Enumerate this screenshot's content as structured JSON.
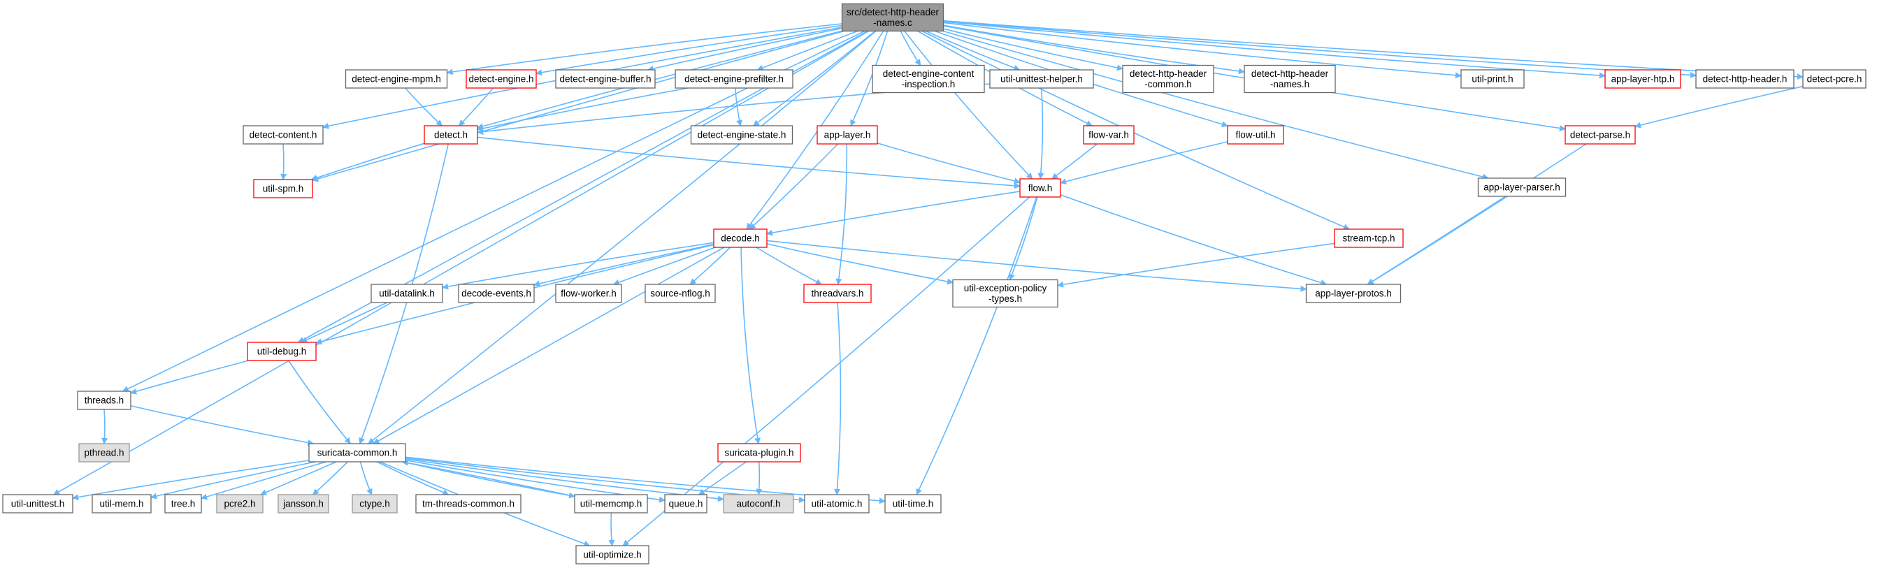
{
  "colors": {
    "edge": "#63b8ff",
    "border_default": "#666666",
    "border_truncated": "#ff0000",
    "border_root": "#666666",
    "fill_default": "#ffffff",
    "fill_root": "#999999",
    "fill_system": "#e0e0e0",
    "border_system": "#999999"
  },
  "nodes": [
    {
      "id": "root",
      "lines": [
        "src/detect-http-header",
        "-names.c"
      ],
      "kind": "root"
    },
    {
      "id": "detect-engine-mpm",
      "lines": [
        "detect-engine-mpm.h"
      ],
      "kind": "normal"
    },
    {
      "id": "detect-engine",
      "lines": [
        "detect-engine.h"
      ],
      "kind": "truncated"
    },
    {
      "id": "detect-engine-buffer",
      "lines": [
        "detect-engine-buffer.h"
      ],
      "kind": "normal"
    },
    {
      "id": "detect-engine-prefilter",
      "lines": [
        "detect-engine-prefilter.h"
      ],
      "kind": "normal"
    },
    {
      "id": "detect-engine-content-inspection",
      "lines": [
        "detect-engine-content",
        "-inspection.h"
      ],
      "kind": "normal"
    },
    {
      "id": "util-unittest-helper",
      "lines": [
        "util-unittest-helper.h"
      ],
      "kind": "normal"
    },
    {
      "id": "detect-http-header-common",
      "lines": [
        "detect-http-header",
        "-common.h"
      ],
      "kind": "normal"
    },
    {
      "id": "detect-http-header-names",
      "lines": [
        "detect-http-header",
        "-names.h"
      ],
      "kind": "normal"
    },
    {
      "id": "util-print",
      "lines": [
        "util-print.h"
      ],
      "kind": "normal"
    },
    {
      "id": "app-layer-htp",
      "lines": [
        "app-layer-htp.h"
      ],
      "kind": "truncated"
    },
    {
      "id": "detect-http-header",
      "lines": [
        "detect-http-header.h"
      ],
      "kind": "normal"
    },
    {
      "id": "detect-pcre",
      "lines": [
        "detect-pcre.h"
      ],
      "kind": "normal"
    },
    {
      "id": "detect-content",
      "lines": [
        "detect-content.h"
      ],
      "kind": "normal"
    },
    {
      "id": "detect",
      "lines": [
        "detect.h"
      ],
      "kind": "truncated"
    },
    {
      "id": "detect-engine-state",
      "lines": [
        "detect-engine-state.h"
      ],
      "kind": "normal"
    },
    {
      "id": "app-layer",
      "lines": [
        "app-layer.h"
      ],
      "kind": "truncated"
    },
    {
      "id": "flow-var",
      "lines": [
        "flow-var.h"
      ],
      "kind": "truncated"
    },
    {
      "id": "flow-util",
      "lines": [
        "flow-util.h"
      ],
      "kind": "truncated"
    },
    {
      "id": "detect-parse",
      "lines": [
        "detect-parse.h"
      ],
      "kind": "truncated"
    },
    {
      "id": "util-spm",
      "lines": [
        "util-spm.h"
      ],
      "kind": "truncated"
    },
    {
      "id": "flow",
      "lines": [
        "flow.h"
      ],
      "kind": "truncated"
    },
    {
      "id": "app-layer-parser",
      "lines": [
        "app-layer-parser.h"
      ],
      "kind": "normal"
    },
    {
      "id": "decode",
      "lines": [
        "decode.h"
      ],
      "kind": "truncated"
    },
    {
      "id": "stream-tcp",
      "lines": [
        "stream-tcp.h"
      ],
      "kind": "truncated"
    },
    {
      "id": "util-datalink",
      "lines": [
        "util-datalink.h"
      ],
      "kind": "normal"
    },
    {
      "id": "decode-events",
      "lines": [
        "decode-events.h"
      ],
      "kind": "normal"
    },
    {
      "id": "flow-worker",
      "lines": [
        "flow-worker.h"
      ],
      "kind": "normal"
    },
    {
      "id": "source-nflog",
      "lines": [
        "source-nflog.h"
      ],
      "kind": "normal"
    },
    {
      "id": "threadvars",
      "lines": [
        "threadvars.h"
      ],
      "kind": "truncated"
    },
    {
      "id": "util-exception-policy-types",
      "lines": [
        "util-exception-policy",
        "-types.h"
      ],
      "kind": "normal"
    },
    {
      "id": "app-layer-protos",
      "lines": [
        "app-layer-protos.h"
      ],
      "kind": "normal"
    },
    {
      "id": "util-debug",
      "lines": [
        "util-debug.h"
      ],
      "kind": "truncated"
    },
    {
      "id": "threads",
      "lines": [
        "threads.h"
      ],
      "kind": "normal"
    },
    {
      "id": "pthread",
      "lines": [
        "pthread.h"
      ],
      "kind": "system"
    },
    {
      "id": "suricata-common",
      "lines": [
        "suricata-common.h"
      ],
      "kind": "normal"
    },
    {
      "id": "suricata-plugin",
      "lines": [
        "suricata-plugin.h"
      ],
      "kind": "truncated"
    },
    {
      "id": "util-unittest",
      "lines": [
        "util-unittest.h"
      ],
      "kind": "normal"
    },
    {
      "id": "util-mem",
      "lines": [
        "util-mem.h"
      ],
      "kind": "normal"
    },
    {
      "id": "tree",
      "lines": [
        "tree.h"
      ],
      "kind": "normal"
    },
    {
      "id": "pcre2",
      "lines": [
        "pcre2.h"
      ],
      "kind": "system"
    },
    {
      "id": "jansson",
      "lines": [
        "jansson.h"
      ],
      "kind": "system"
    },
    {
      "id": "ctype",
      "lines": [
        "ctype.h"
      ],
      "kind": "system"
    },
    {
      "id": "tm-threads-common",
      "lines": [
        "tm-threads-common.h"
      ],
      "kind": "normal"
    },
    {
      "id": "util-memcmp",
      "lines": [
        "util-memcmp.h"
      ],
      "kind": "normal"
    },
    {
      "id": "queue",
      "lines": [
        "queue.h"
      ],
      "kind": "normal"
    },
    {
      "id": "autoconf",
      "lines": [
        "autoconf.h"
      ],
      "kind": "system"
    },
    {
      "id": "util-atomic",
      "lines": [
        "util-atomic.h"
      ],
      "kind": "normal"
    },
    {
      "id": "util-time",
      "lines": [
        "util-time.h"
      ],
      "kind": "normal"
    },
    {
      "id": "util-optimize",
      "lines": [
        "util-optimize.h"
      ],
      "kind": "normal"
    }
  ],
  "edges": [
    [
      "root",
      "detect-engine-mpm"
    ],
    [
      "root",
      "detect-engine"
    ],
    [
      "root",
      "detect-engine-buffer"
    ],
    [
      "root",
      "detect-engine-prefilter"
    ],
    [
      "root",
      "detect-engine-content-inspection"
    ],
    [
      "root",
      "util-unittest-helper"
    ],
    [
      "root",
      "detect-http-header-common"
    ],
    [
      "root",
      "detect-http-header-names"
    ],
    [
      "root",
      "util-print"
    ],
    [
      "root",
      "app-layer-htp"
    ],
    [
      "root",
      "detect-http-header"
    ],
    [
      "root",
      "detect-pcre"
    ],
    [
      "root",
      "detect-content"
    ],
    [
      "root",
      "detect"
    ],
    [
      "root",
      "detect-engine-state"
    ],
    [
      "root",
      "app-layer"
    ],
    [
      "root",
      "flow-var"
    ],
    [
      "root",
      "flow-util"
    ],
    [
      "root",
      "detect-parse"
    ],
    [
      "root",
      "util-spm"
    ],
    [
      "root",
      "flow"
    ],
    [
      "root",
      "app-layer-parser"
    ],
    [
      "root",
      "decode"
    ],
    [
      "root",
      "stream-tcp"
    ],
    [
      "root",
      "util-debug"
    ],
    [
      "root",
      "threads"
    ],
    [
      "root",
      "suricata-common"
    ],
    [
      "root",
      "util-unittest"
    ],
    [
      "detect-engine-mpm",
      "detect"
    ],
    [
      "detect-engine",
      "detect"
    ],
    [
      "detect-engine-prefilter",
      "detect"
    ],
    [
      "detect-engine-prefilter",
      "detect-engine-state"
    ],
    [
      "util-unittest-helper",
      "detect"
    ],
    [
      "util-unittest-helper",
      "flow"
    ],
    [
      "detect-pcre",
      "detect-parse"
    ],
    [
      "detect-content",
      "util-spm"
    ],
    [
      "detect",
      "util-spm"
    ],
    [
      "detect",
      "flow"
    ],
    [
      "detect",
      "suricata-common"
    ],
    [
      "app-layer",
      "flow"
    ],
    [
      "app-layer",
      "decode"
    ],
    [
      "app-layer",
      "threadvars"
    ],
    [
      "flow-var",
      "flow"
    ],
    [
      "flow-util",
      "flow"
    ],
    [
      "detect-parse",
      "app-layer-protos"
    ],
    [
      "flow",
      "decode"
    ],
    [
      "flow",
      "util-exception-policy-types"
    ],
    [
      "flow",
      "app-layer-protos"
    ],
    [
      "flow",
      "util-time"
    ],
    [
      "flow",
      "util-optimize"
    ],
    [
      "app-layer-parser",
      "app-layer-protos"
    ],
    [
      "stream-tcp",
      "util-exception-policy-types"
    ],
    [
      "decode",
      "util-datalink"
    ],
    [
      "decode",
      "decode-events"
    ],
    [
      "decode",
      "flow-worker"
    ],
    [
      "decode",
      "source-nflog"
    ],
    [
      "decode",
      "threadvars"
    ],
    [
      "decode",
      "util-exception-policy-types"
    ],
    [
      "decode",
      "app-layer-protos"
    ],
    [
      "decode",
      "util-debug"
    ],
    [
      "decode",
      "suricata-common"
    ],
    [
      "decode",
      "suricata-plugin"
    ],
    [
      "util-datalink",
      "util-debug"
    ],
    [
      "threadvars",
      "util-atomic"
    ],
    [
      "util-debug",
      "threads"
    ],
    [
      "util-debug",
      "suricata-common"
    ],
    [
      "threads",
      "pthread"
    ],
    [
      "threads",
      "suricata-common"
    ],
    [
      "suricata-plugin",
      "queue"
    ],
    [
      "suricata-plugin",
      "autoconf"
    ],
    [
      "suricata-common",
      "util-unittest"
    ],
    [
      "suricata-common",
      "util-mem"
    ],
    [
      "suricata-common",
      "tree"
    ],
    [
      "suricata-common",
      "pcre2"
    ],
    [
      "suricata-common",
      "jansson"
    ],
    [
      "suricata-common",
      "ctype"
    ],
    [
      "suricata-common",
      "tm-threads-common"
    ],
    [
      "suricata-common",
      "util-memcmp"
    ],
    [
      "suricata-common",
      "queue"
    ],
    [
      "suricata-common",
      "autoconf"
    ],
    [
      "suricata-common",
      "util-atomic"
    ],
    [
      "suricata-common",
      "util-time"
    ],
    [
      "suricata-common",
      "util-optimize"
    ],
    [
      "util-memcmp",
      "suricata-common"
    ],
    [
      "util-memcmp",
      "util-optimize"
    ]
  ]
}
